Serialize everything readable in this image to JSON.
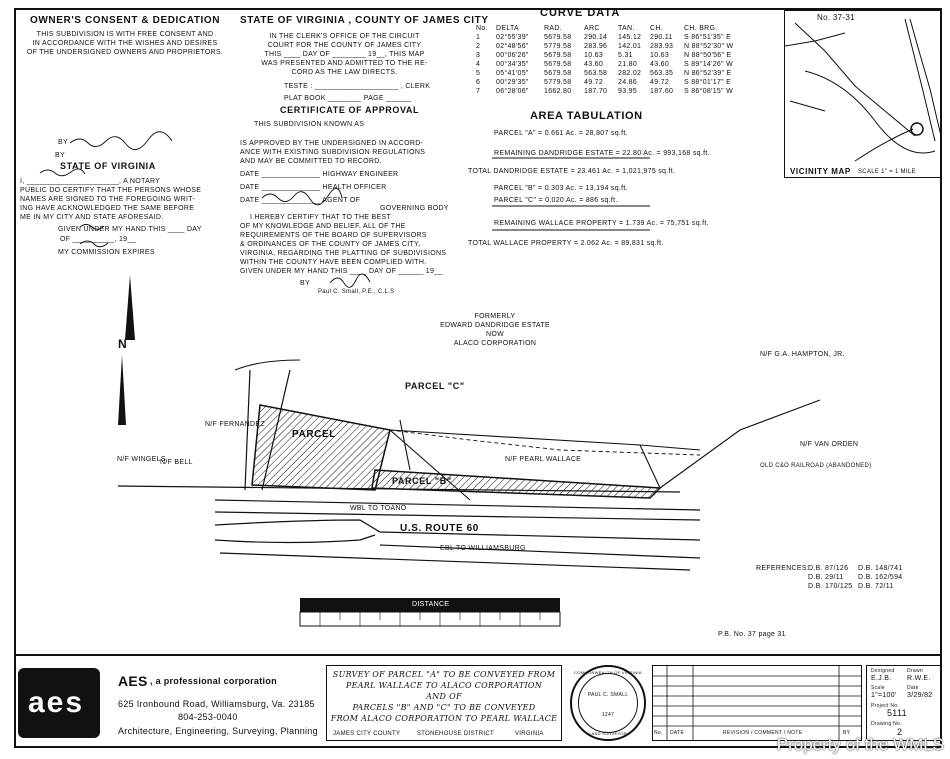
{
  "owners": {
    "title": "OWNER'S CONSENT & DEDICATION",
    "lines": [
      "THIS SUBDIVISION IS WITH FREE CONSENT AND",
      "IN ACCORDANCE WITH THE WISHES AND DESIRES",
      "OF THE UNDERSIGNED OWNERS AND PROPRIETORS."
    ],
    "by1": "BY",
    "by2": "BY",
    "state": "STATE OF VIRGINIA",
    "notary": [
      "I, ______________________, A NOTARY",
      "PUBLIC DO CERTIFY THAT THE PERSONS WHOSE",
      "NAMES ARE SIGNED TO THE FOREGOING WRIT-",
      "ING HAVE ACKNOWLEDGED THE SAME BEFORE",
      "ME IN MY CITY AND STATE AFORESAID."
    ],
    "given": "GIVEN UNDER MY HAND THIS ____ DAY",
    "of": "OF __________, 19__",
    "commission": "MY COMMISSION EXPIRES"
  },
  "county": {
    "title": "STATE OF VIRGINIA , COUNTY OF JAMES CITY",
    "lines": [
      "IN THE CLERK'S OFFICE OF THE CIRCUIT",
      "COURT FOR THE COUNTY OF JAMES CITY",
      "THIS ____ DAY OF ________ 19__, THIS MAP",
      "WAS PRESENTED AND ADMITTED TO THE RE-",
      "CORD AS THE LAW DIRECTS."
    ],
    "teste": "TESTE : ____________________ , CLERK",
    "plat": "PLAT BOOK ________ PAGE ______"
  },
  "approval": {
    "title": "CERTIFICATE OF APPROVAL",
    "known": "THIS SUBDIVISION KNOWN AS",
    "lines": [
      "IS APPROVED BY THE UNDERSIGNED IN ACCORD-",
      "ANCE WITH EXISTING SUBDIVISION REGULATIONS",
      "AND MAY BE COMMITTED TO RECORD."
    ],
    "date1": "DATE ______________ HIGHWAY ENGINEER",
    "date2": "DATE ______________ HEALTH OFFICER",
    "date3": "DATE ______________ AGENT OF",
    "gov": "GOVERNING BODY",
    "cert": [
      "I HEREBY CERTIFY THAT TO THE BEST",
      "OF MY KNOWLEDGE AND BELIEF, ALL OF THE",
      "REQUIREMENTS OF THE BOARD OF SUPERVISORS",
      "& ORDINANCES OF THE COUNTY OF JAMES CITY,",
      "VIRGINIA, REGARDING THE PLATTING OF SUBDIVISIONS",
      "WITHIN THE COUNTY HAVE BEEN COMPLIED WITH.",
      "GIVEN UNDER MY HAND THIS ____ DAY OF ______ 19__"
    ],
    "by": "BY",
    "surveyor": "Paul C. Small, P.E., C.L.S"
  },
  "curve": {
    "title": "CURVE DATA",
    "headers": [
      "No.",
      "DELTA",
      "RAD.",
      "ARC",
      "TAN.",
      "CH.",
      "CH. BRG."
    ],
    "rows": [
      [
        "1",
        "02°55'39\"",
        "5679.58",
        "290.14",
        "145.12",
        "290.11",
        "S 86°51'35\" E"
      ],
      [
        "2",
        "02°48'56\"",
        "5779.58",
        "283.96",
        "142.01",
        "283.93",
        "N 88°52'30\" W"
      ],
      [
        "3",
        "00°06'26\"",
        "5679.58",
        "10.63",
        "5.31",
        "10.63",
        "N 88°50'56\" E"
      ],
      [
        "4",
        "00°34'35\"",
        "5679.58",
        "43.60",
        "21.80",
        "43.60",
        "S 89°14'26\" W"
      ],
      [
        "5",
        "05°41'05\"",
        "5679.58",
        "563.58",
        "282.02",
        "563.35",
        "N 86°52'39\" E"
      ],
      [
        "6",
        "00°29'35\"",
        "5779.58",
        "49.72",
        "24.86",
        "49.72",
        "S 88°01'17\" E"
      ],
      [
        "7",
        "06°28'06\"",
        "1662.80",
        "187.70",
        "93.95",
        "187.60",
        "S 86°08'15\" W"
      ]
    ]
  },
  "area": {
    "title": "AREA TABULATION",
    "lines": [
      "PARCEL \"A\" = 0.661 Ac. = 28,807 sq.ft.",
      "REMAINING DANDRIDGE ESTATE = 22.80 Ac. = 993,168 sq.ft.",
      "TOTAL DANDRIDGE ESTATE = 23.461 Ac. = 1,021,975 sq.ft.",
      "PARCEL \"B\" = 0.303 Ac. = 13,194 sq.ft.",
      "PARCEL \"C\" = 0.020 Ac. = 886 sq.ft.",
      "REMAINING WALLACE PROPERTY = 1.739 Ac. = 75,751 sq.ft.",
      "TOTAL WALLACE PROPERTY = 2.062 Ac. = 89,831 sq.ft."
    ]
  },
  "vicinity": {
    "title": "VICINITY MAP",
    "scale": "SCALE 1\" = 1 MILE",
    "stamp": "No. 37-31"
  },
  "plat": {
    "north": "N",
    "formerly": [
      "FORMERLY",
      "EDWARD DANDRIDGE ESTATE",
      "NOW",
      "ALACO CORPORATION"
    ],
    "parcel_c": "PARCEL \"C\"",
    "parcel_a": "PARCEL",
    "parcel_b": "PARCEL \"B\"",
    "route": "U.S. ROUTE 60",
    "wbl": "WBL TO TOANO",
    "ebl": "EBL TO WILLIAMSBURG",
    "wallace": "N/F PEARL WALLACE",
    "hampton": "N/F G.A. HAMPTON, JR.",
    "van": "N/F VAN ORDEN",
    "wingels": "N/F WINGELS",
    "bell": "N/F BELL",
    "fernandez": "N/F FERNANDEZ",
    "railroad": "OLD C&O RAILROAD (ABANDONED)",
    "scale_label": "DISTANCE",
    "refs": [
      "REFERENCES:",
      "D.B. 87/126",
      "D.B. 29/11",
      "D.B. 170/125",
      "D.B. 148/741",
      "D.B. 162/594",
      "D.B. 72/11"
    ],
    "ps": "P.B. No. 37 page 31"
  },
  "company": {
    "logo": "aes",
    "name": "AES",
    "tag": ", a professional corporation",
    "address": "625 Ironbound Road, Williamsburg, Va. 23185",
    "phone": "804-253-0040",
    "services": "Architecture, Engineering, Surveying, Planning"
  },
  "title_block": {
    "lines": [
      "SURVEY OF PARCEL \"A\" TO BE CONVEYED FROM",
      "PEARL WALLACE TO ALACO CORPORATION",
      "AND OF",
      "PARCELS \"B\" AND \"C\" TO BE CONVEYED",
      "FROM ALACO CORPORATION TO PEARL WALLACE"
    ],
    "county": "JAMES CITY COUNTY",
    "district": "STONEHOUSE DISTRICT",
    "state": "VIRGINIA"
  },
  "seal": {
    "top": "COMMONWEALTH OF VIRGINIA",
    "name": "PAUL C. SMALL",
    "bottom": "LAND SURVEYOR",
    "no": "1247"
  },
  "revision": {
    "no": "No.",
    "date": "DATE",
    "comment": "REVISION / COMMENT / NOTE",
    "by": "BY"
  },
  "info": {
    "designed_label": "Designed",
    "designed": "E.J.B.",
    "drawn_label": "Drawn",
    "drawn": "R.W.E.",
    "scale_label": "Scale",
    "scale": "1\"=100'",
    "date_label": "Date",
    "date": "3/29/82",
    "project_label": "Project No.",
    "project": "5111",
    "drawing_label": "Drawing No.",
    "drawing": "2"
  },
  "watermark": "Property of the WMLS"
}
